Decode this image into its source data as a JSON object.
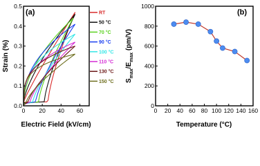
{
  "chart_data": [
    {
      "panel_label": "(a)",
      "type": "line",
      "xlabel": "Electric Field (kV/cm)",
      "ylabel": "Strain (%)",
      "xlim": [
        0,
        70
      ],
      "ylim": [
        0,
        0.5
      ],
      "xticks": [
        "0",
        "20",
        "40",
        "60"
      ],
      "yticks": [
        "0.0",
        "0.1",
        "0.2",
        "0.3",
        "0.4",
        "0.5"
      ],
      "legend_position": "top-right",
      "series": [
        {
          "name": "RT",
          "color": "#d92b2b",
          "emax": 55,
          "smax": 0.47,
          "x0": 26,
          "open": 0.9,
          "sr": 0.018
        },
        {
          "name": "50 °C",
          "color": "#111111",
          "emax": 55,
          "smax": 0.46,
          "x0": 22,
          "open": 0.7,
          "sr": 0.015
        },
        {
          "name": "70 °C",
          "color": "#5ad21e",
          "emax": 53,
          "smax": 0.44,
          "x0": 16,
          "open": 0.55,
          "sr": 0.012
        },
        {
          "name": "90 °C",
          "color": "#1a3ff0",
          "emax": 55,
          "smax": 0.41,
          "x0": 13,
          "open": 0.45,
          "sr": 0.01
        },
        {
          "name": "100 °C",
          "color": "#33e6e6",
          "emax": 55,
          "smax": 0.36,
          "x0": 10,
          "open": 0.4,
          "sr": 0.008
        },
        {
          "name": "110 °C",
          "color": "#d42ad4",
          "emax": 55,
          "smax": 0.32,
          "x0": 7,
          "open": 0.35,
          "sr": 0.006
        },
        {
          "name": "130 °C",
          "color": "#6b1717",
          "emax": 55,
          "smax": 0.3,
          "x0": 5,
          "open": 0.3,
          "sr": 0.004
        },
        {
          "name": "150 °C",
          "color": "#6e6e1e",
          "emax": 55,
          "smax": 0.26,
          "x0": 3,
          "open": 0.25,
          "sr": 0.002
        }
      ]
    },
    {
      "panel_label": "(b)",
      "type": "line",
      "xlabel": "Temperature (°C)",
      "ylabel": "S max /E max (pm/V)",
      "xlim": [
        0,
        160
      ],
      "ylim": [
        0,
        1000
      ],
      "xticks": [
        "0",
        "20",
        "40",
        "60",
        "80",
        "100",
        "120",
        "140",
        "160"
      ],
      "yticks": [
        "0",
        "200",
        "400",
        "600",
        "800",
        "1000"
      ],
      "marker_color": "#4d8cf0",
      "line_color": "#c0392b",
      "x": [
        30,
        50,
        70,
        90,
        100,
        110,
        130,
        150
      ],
      "y": [
        820,
        840,
        820,
        745,
        650,
        580,
        545,
        455
      ]
    }
  ]
}
